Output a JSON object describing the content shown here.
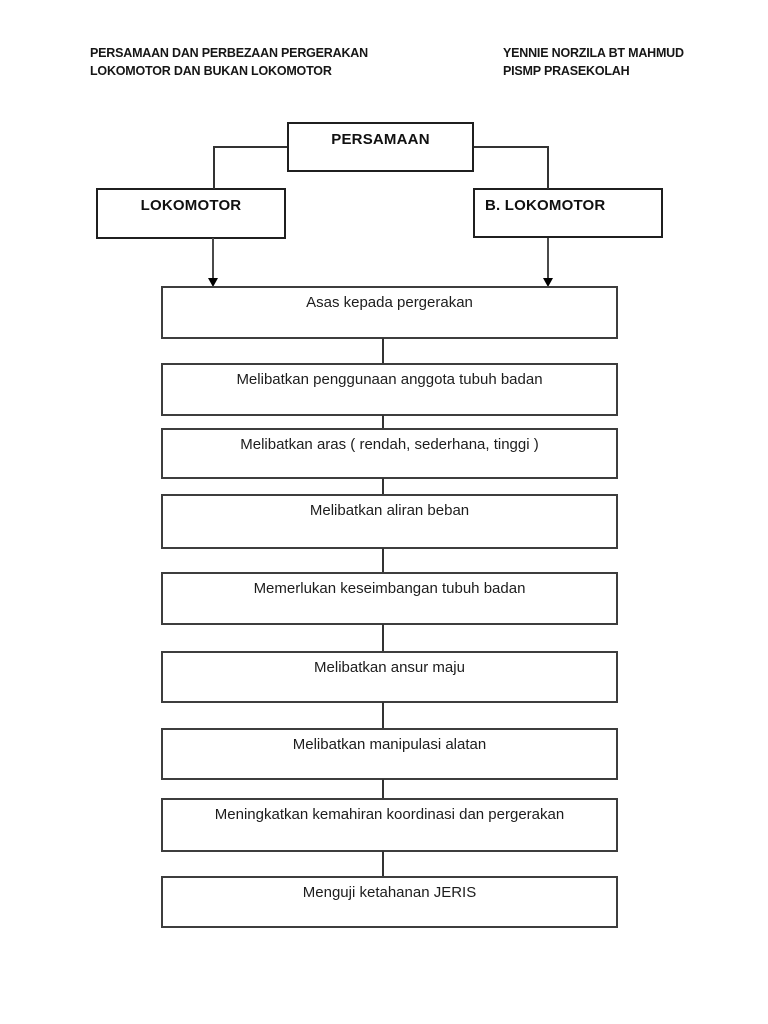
{
  "header": {
    "left": {
      "line1": "PERSAMAAN DAN PERBEZAAN PERGERAKAN",
      "line2": "LOKOMOTOR DAN BUKAN LOKOMOTOR"
    },
    "right": {
      "line1": "YENNIE NORZILA BT MAHMUD",
      "line2": "PISMP PRASEKOLAH"
    }
  },
  "flow": {
    "root": {
      "label": "PERSAMAAN"
    },
    "branches": [
      {
        "label": "LOKOMOTOR"
      },
      {
        "label": "B. LOKOMOTOR"
      }
    ],
    "items": [
      {
        "label": "Asas kepada pergerakan"
      },
      {
        "label": "Melibatkan penggunaan anggota tubuh badan"
      },
      {
        "label": "Melibatkan aras ( rendah, sederhana, tinggi )"
      },
      {
        "label": "Melibatkan aliran beban"
      },
      {
        "label": "Memerlukan keseimbangan tubuh badan"
      },
      {
        "label": "Melibatkan ansur maju"
      },
      {
        "label": "Melibatkan manipulasi alatan"
      },
      {
        "label": "Meningkatkan kemahiran koordinasi dan pergerakan"
      },
      {
        "label": "Menguji ketahanan JERIS"
      }
    ]
  },
  "colors": {
    "background": "#ffffff",
    "box_border_dark": "#1f1f1f",
    "box_border": "#3d3d3d",
    "text": "#1d1d1d",
    "connector": "#333333",
    "arrowhead": "#000000"
  }
}
